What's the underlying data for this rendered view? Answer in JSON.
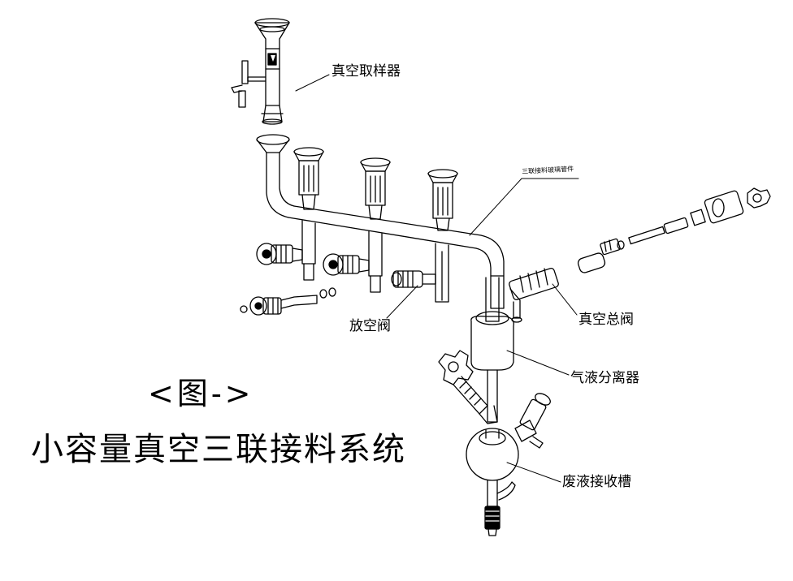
{
  "figure": {
    "label": "<图->",
    "title": "小容量真空三联接料系统"
  },
  "callouts": {
    "vacuum_sampler": "真空取样器",
    "manifold": "三联接料玻璃管件",
    "vent_valve": "放空阀",
    "main_vacuum_valve": "真空总阀",
    "separator": "气液分离器",
    "waste_tank": "废液接收槽"
  }
}
